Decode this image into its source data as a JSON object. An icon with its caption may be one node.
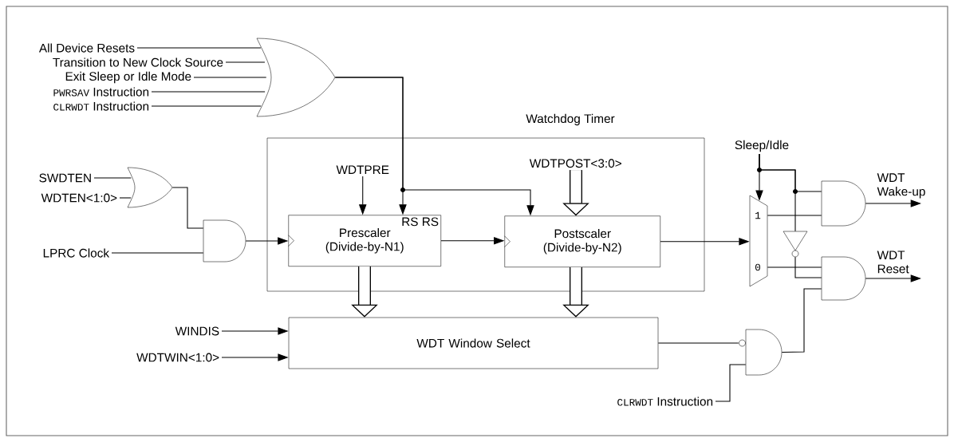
{
  "diagram": {
    "nodes": [
      {
        "text": [
          "All Device Resets"
        ]
      },
      {
        "text": [
          "Transition to New Clock Source"
        ]
      },
      {
        "text": [
          "Exit Sleep or Idle Mode"
        ]
      },
      {
        "text": [
          "PWRSAV",
          "Instruction"
        ]
      },
      {
        "text": [
          "CLRWDT",
          "Instruction"
        ]
      },
      {
        "text": [],
        "shape": "gate"
      },
      {
        "text": [
          "Watchdog Timer"
        ]
      },
      {
        "text": [
          "WDTPRE"
        ],
        "in": 6
      },
      {
        "text": [
          "WDTPOST<3:0>"
        ],
        "in": 6
      },
      {
        "text": [
          "RS RS",
          "Prescaler (Divide-by-N1)"
        ],
        "in": 6
      },
      {
        "text": [
          "Postscaler (Divide-by-N2)"
        ],
        "in": 6
      },
      {
        "text": [
          "SWDTEN"
        ]
      },
      {
        "text": [
          "WDTEN<1:0>"
        ]
      },
      {
        "text": [],
        "shape": "gate"
      },
      {
        "text": [
          "LPRC Clock"
        ]
      },
      {
        "text": [],
        "shape": "gate"
      },
      {
        "text": [
          "WINDIS"
        ]
      },
      {
        "text": [
          "WDTWIN<1:0>"
        ]
      },
      {
        "text": [
          "WDT Window Select"
        ]
      },
      {
        "text": [
          "Sleep/Idle"
        ]
      },
      {
        "text": [
          "1",
          "0"
        ]
      },
      {
        "text": [],
        "shape": "triangle"
      },
      {
        "text": [],
        "shape": "gate",
        "beside": [
          "WDT Wake-up"
        ]
      },
      {
        "text": [],
        "shape": "gate",
        "beside": [
          "WDT Reset"
        ]
      },
      {
        "text": [],
        "shape": "gate"
      },
      {
        "text": [
          "CLRWDT",
          "Instruction"
        ]
      }
    ],
    "edges": [
      {
        "from": 0,
        "to": 5,
        "arrow": "none"
      },
      {
        "from": 1,
        "to": 5,
        "arrow": "none"
      },
      {
        "from": 2,
        "to": 5,
        "arrow": "none"
      },
      {
        "from": 3,
        "to": 5,
        "arrow": "none"
      },
      {
        "from": 4,
        "to": 5,
        "arrow": "none"
      },
      {
        "from": 5,
        "to": 9,
        "arrow": "to"
      },
      {
        "from": 5,
        "to": 10,
        "arrow": "to"
      },
      {
        "from": 7,
        "to": 9,
        "arrow": "to"
      },
      {
        "from": 8,
        "to": 10,
        "arrow": "to",
        "style": "thick"
      },
      {
        "from": 11,
        "to": 13,
        "arrow": "none"
      },
      {
        "from": 12,
        "to": 13,
        "arrow": "none"
      },
      {
        "from": 13,
        "to": 15,
        "arrow": "none"
      },
      {
        "from": 14,
        "to": 15,
        "arrow": "none"
      },
      {
        "from": 15,
        "to": 9,
        "arrow": "to"
      },
      {
        "from": 9,
        "to": 10,
        "arrow": "to"
      },
      {
        "from": 9,
        "to": 18,
        "arrow": "to",
        "style": "thick"
      },
      {
        "from": 10,
        "to": 18,
        "arrow": "to",
        "style": "thick"
      },
      {
        "from": 16,
        "to": 18,
        "arrow": "to"
      },
      {
        "from": 17,
        "to": 18,
        "arrow": "to"
      },
      {
        "from": 10,
        "to": 20,
        "arrow": "to"
      },
      {
        "from": 19,
        "to": 20,
        "arrow": "to"
      },
      {
        "from": 19,
        "to": 22,
        "arrow": "none"
      },
      {
        "from": 19,
        "to": 21,
        "arrow": "none"
      },
      {
        "from": 20,
        "to": 22,
        "arrow": "none"
      },
      {
        "from": 20,
        "to": 23,
        "arrow": "none"
      },
      {
        "from": 21,
        "to": 23,
        "arrow": "none"
      },
      {
        "from": 22,
        "to": null,
        "arrow": "to"
      },
      {
        "from": 23,
        "to": null,
        "arrow": "to"
      },
      {
        "from": 18,
        "to": 24,
        "arrow": "none"
      },
      {
        "from": 25,
        "to": 24,
        "arrow": "none"
      },
      {
        "from": 24,
        "to": 23,
        "arrow": "none"
      }
    ]
  }
}
